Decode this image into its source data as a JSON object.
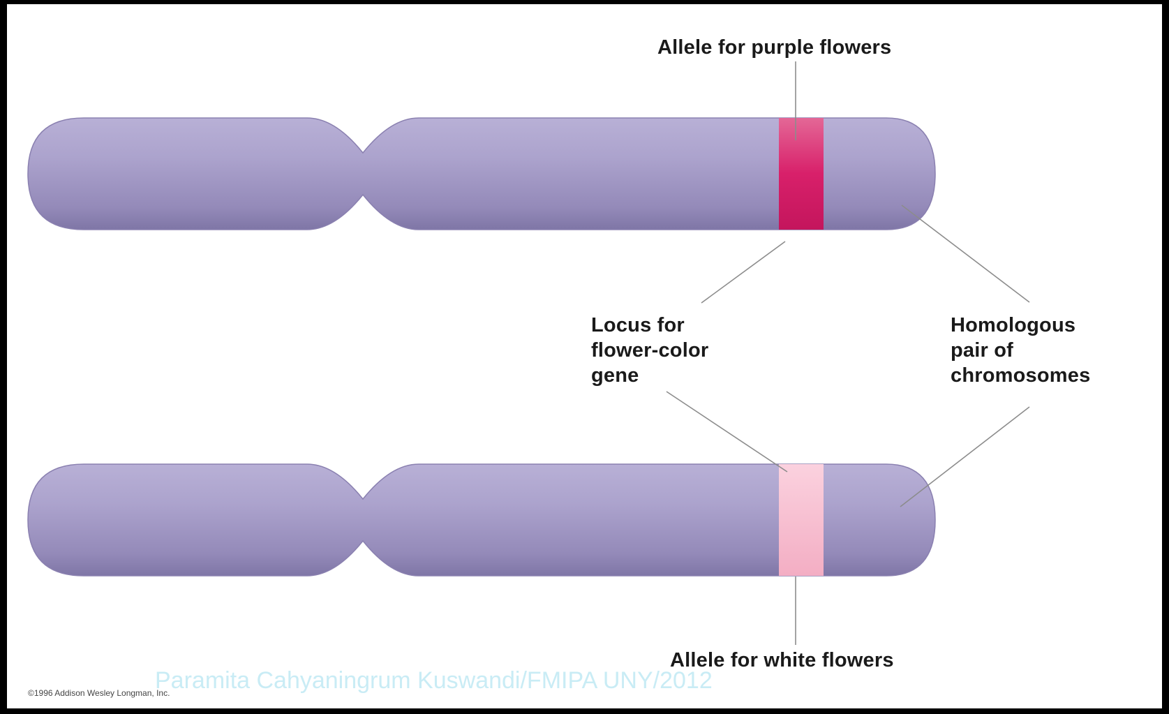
{
  "labels": {
    "allele_purple": "Allele for purple flowers",
    "locus": [
      "Locus for",
      "flower-color",
      "gene"
    ],
    "homologous": [
      "Homologous",
      "pair of",
      "chromosomes"
    ],
    "allele_white": "Allele for white flowers"
  },
  "copyright": "©1996 Addison Wesley Longman, Inc.",
  "watermark": "Paramita Cahyaningrum Kuswandi/FMIPA UNY/2012",
  "colors": {
    "frame": "#000000",
    "chromosome": "#a9a0c9",
    "chromosome_shade": "#8d83b4",
    "purple_allele_band": "#d8206a",
    "white_allele_band": "#f6b9cc",
    "watermark": "#c9ecf5"
  }
}
